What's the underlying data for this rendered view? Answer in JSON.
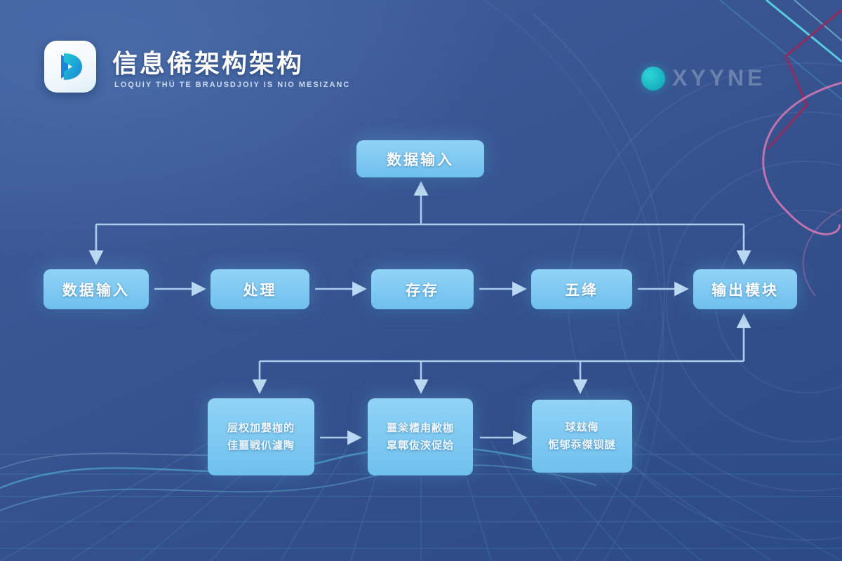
{
  "header": {
    "title": "信息俙架构架构",
    "subtitle": "LOQUIY THÜ TE BRAUSDJOIY IS NIO MESIZANC"
  },
  "watermark": {
    "text": "XYYNE"
  },
  "flow": {
    "top_node": {
      "label": "数据输入"
    },
    "row_nodes": [
      {
        "label": "数据输入"
      },
      {
        "label": "处理"
      },
      {
        "label": "存存"
      },
      {
        "label": "五绛"
      },
      {
        "label": "输出模块"
      }
    ],
    "bottom_nodes": [
      {
        "line1": "层权加嬰枷的",
        "line2": "佳噩戦仈濾陶"
      },
      {
        "line1": "噩枀榰甪敝枷",
        "line2": "皐鄣伖浹促姶"
      },
      {
        "line1": "球玆侮",
        "line2": "怩郇忝傑钡謎"
      }
    ]
  },
  "colors": {
    "accent_teal": "#17b8c4",
    "node_fill": "#7cc8f1",
    "arrow": "#b4d5ef",
    "background": "#33508c",
    "pink_line": "#e178b4",
    "cyan_line": "#5adceb"
  }
}
